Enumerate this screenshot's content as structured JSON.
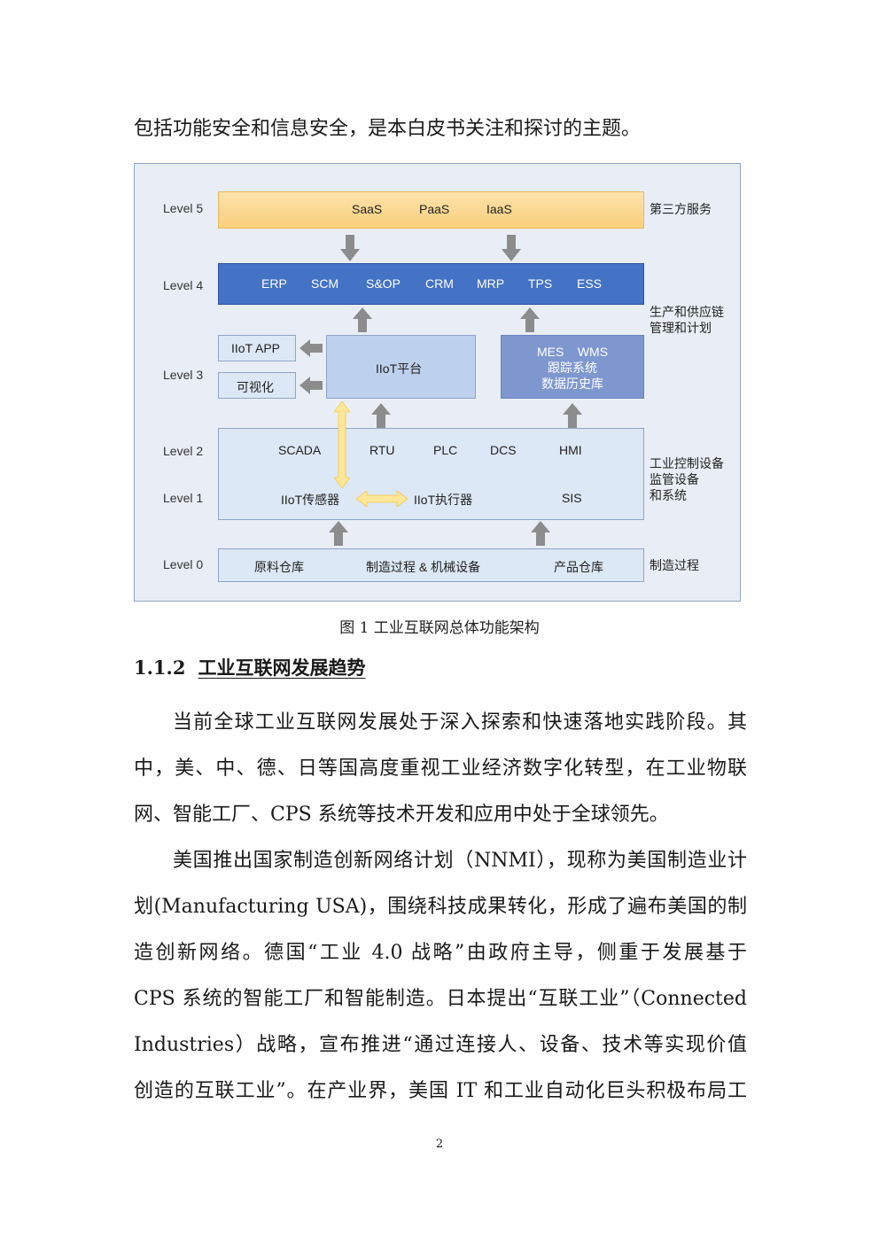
{
  "intro_line": "包括功能安全和信息安全，是本白皮书关注和探讨的主题。",
  "figure": {
    "levels": [
      "Level 5",
      "Level 4",
      "Level 3",
      "Level 2",
      "Level 1",
      "Level 0"
    ],
    "level5": {
      "items": [
        "SaaS",
        "PaaS",
        "IaaS"
      ],
      "right_label": "第三方服务"
    },
    "level4": {
      "items": [
        "ERP",
        "SCM",
        "S&OP",
        "CRM",
        "MRP",
        "TPS",
        "ESS"
      ],
      "right_label_lines": [
        "生产和供应链",
        "管理和计划"
      ]
    },
    "level3": {
      "app": "IIoT APP",
      "visual": "可视化",
      "platform": "IIoT平台",
      "mes_lines": [
        "MES    WMS",
        "跟踪系统",
        "数据历史库"
      ]
    },
    "level21": {
      "level2_items": [
        "SCADA",
        "RTU",
        "PLC",
        "DCS",
        "HMI"
      ],
      "sensor": "IIoT传感器",
      "actuator": "IIoT执行器",
      "sis": "SIS",
      "right_label_lines": [
        "工业控制设备",
        "监管设备",
        "和系统"
      ]
    },
    "level0": {
      "items": [
        "原料仓库",
        "制造过程 & 机械设备",
        "产品仓库"
      ],
      "right_label": "制造过程"
    },
    "colors": {
      "level5": "#fbd387",
      "level4": "#4472c4",
      "level3_platform": "#bdd1ee",
      "level3_mes": "#7f97cf",
      "level21": "#dce8f5",
      "arrow": "#8c8c8c",
      "double_arrow": "#ffe699"
    }
  },
  "caption": "图 1  工业互联网总体功能架构",
  "section": {
    "number": "1.1.2",
    "title": "工业互联网发展趋势"
  },
  "paragraphs": [
    {
      "lines": [
        "当前全球工业互联网发展处于深入探索和快速落地实践阶段。其",
        "中，美、中、德、日等国高度重视工业经济数字化转型，在工业物联",
        "网、智能工厂、CPS 系统等技术开发和应用中处于全球领先。"
      ]
    },
    {
      "lines": [
        "美国推出国家制造创新网络计划（NNMI），现称为美国制造业计",
        "划(Manufacturing USA)，围绕科技成果转化，形成了遍布美国的制",
        "造创新网络。德国“工业 4.0 战略”由政府主导，侧重于发展基于",
        "CPS 系统的智能工厂和智能制造。日本提出“互联工业”（Connected",
        "Industries）战略，宣布推进“通过连接人、设备、技术等实现价值",
        "创造的互联工业”。在产业界，美国 IT 和工业自动化巨头积极布局工"
      ]
    }
  ],
  "page_number": "2"
}
